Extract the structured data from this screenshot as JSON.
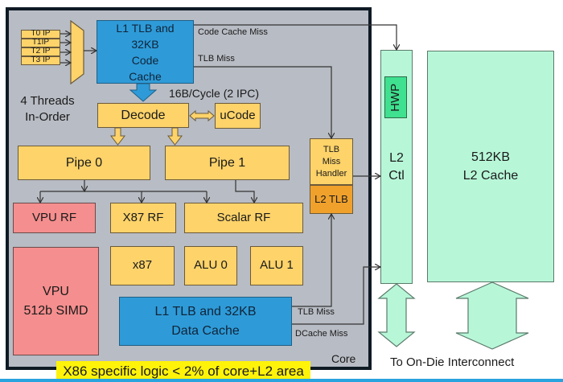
{
  "diagram": {
    "core_label": "Core",
    "threads": [
      "T0 IP",
      "T1IP",
      "T2 IP",
      "T3 IP"
    ],
    "threads_caption": [
      "4 Threads",
      "In-Order"
    ],
    "code_cache": [
      "L1 TLB and",
      "32KB",
      "Code",
      "Cache"
    ],
    "code_cache_miss": "Code Cache Miss",
    "tlb_miss_top": "TLB Miss",
    "bandwidth": "16B/Cycle (2 IPC)",
    "decode": "Decode",
    "ucode": "uCode",
    "pipe0": "Pipe 0",
    "pipe1": "Pipe 1",
    "vpu_rf": "VPU RF",
    "x87_rf": "X87 RF",
    "scalar_rf": "Scalar RF",
    "vpu": [
      "VPU",
      "512b SIMD"
    ],
    "x87": "x87",
    "alu0": "ALU 0",
    "alu1": "ALU 1",
    "data_cache": [
      "L1 TLB and 32KB",
      "Data Cache"
    ],
    "tlb_miss_bottom": "TLB Miss",
    "dcache_miss": "DCache Miss",
    "tlb_miss_handler": [
      "TLB",
      "Miss",
      "Handler"
    ],
    "l2_tlb": "L2 TLB",
    "hwp": "HWP",
    "l2_ctl": [
      "L2",
      "Ctl"
    ],
    "l2_cache": [
      "512KB",
      "L2 Cache"
    ],
    "interconnect": "To On-Die Interconnect",
    "note": "X86 specific logic < 2% of core+L2 area"
  },
  "colors": {
    "core_bg": "#b8bcc4",
    "yellow_block": "#fdd36a",
    "red_block": "#f58e8e",
    "blue_block": "#2e9bd8",
    "orange_block": "#f0a12c",
    "green_block": "#b7f7d8",
    "hwp_block": "#3fe08f",
    "note_bg": "#fff30a"
  }
}
